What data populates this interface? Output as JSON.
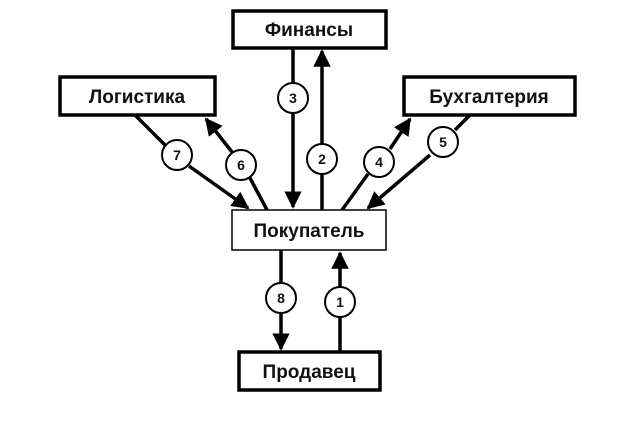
{
  "diagram": {
    "nodes": {
      "finance": {
        "label": "Финансы"
      },
      "logistics": {
        "label": "Логистика"
      },
      "accounting": {
        "label": "Бухгалтерия"
      },
      "buyer": {
        "label": "Покупатель"
      },
      "seller": {
        "label": "Продавец"
      }
    },
    "flows": [
      {
        "id": "1",
        "label": "1",
        "from": "seller",
        "to": "buyer"
      },
      {
        "id": "2",
        "label": "2",
        "from": "buyer",
        "to": "finance"
      },
      {
        "id": "3",
        "label": "3",
        "from": "finance",
        "to": "buyer"
      },
      {
        "id": "4",
        "label": "4",
        "from": "buyer",
        "to": "accounting"
      },
      {
        "id": "5",
        "label": "5",
        "from": "accounting",
        "to": "buyer"
      },
      {
        "id": "6",
        "label": "6",
        "from": "buyer",
        "to": "logistics"
      },
      {
        "id": "7",
        "label": "7",
        "from": "logistics",
        "to": "buyer"
      },
      {
        "id": "8",
        "label": "8",
        "from": "buyer",
        "to": "seller"
      }
    ],
    "colors": {
      "stroke": "#000000",
      "background": "#ffffff",
      "text": "#111111"
    }
  }
}
